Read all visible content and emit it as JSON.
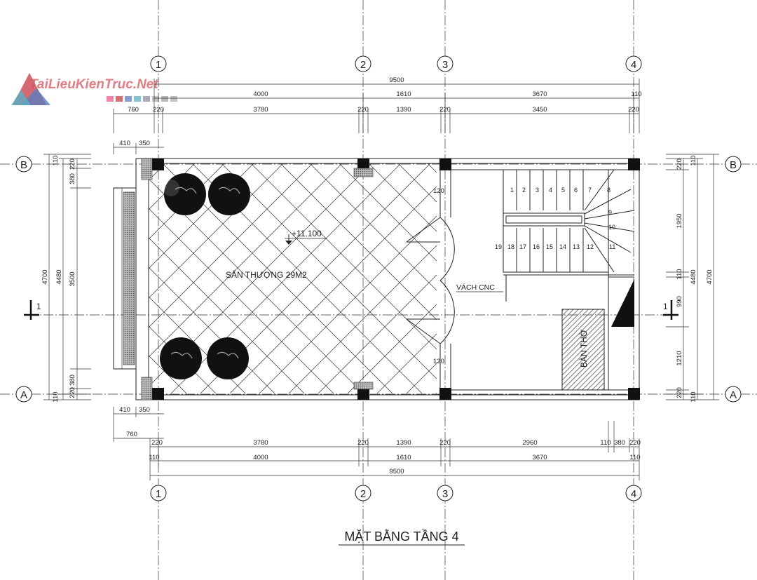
{
  "watermark": {
    "text": "TaiLieuKienTruc.Net"
  },
  "title": "MẶT BẰNG TẦNG 4",
  "grid_axes": {
    "vertical": [
      "1",
      "2",
      "3",
      "4"
    ],
    "horizontal": [
      "B",
      "A"
    ]
  },
  "section_marks": [
    "1",
    "1"
  ],
  "rooms": {
    "terrace": "SÂN THƯỢNG 29M2",
    "level": "+11.100",
    "partition": "VÁCH CNC",
    "altar": "BÀN THỜ"
  },
  "stair_steps": [
    "1",
    "2",
    "3",
    "4",
    "5",
    "6",
    "7",
    "8",
    "9",
    "10",
    "11",
    "12",
    "13",
    "14",
    "15",
    "16",
    "17",
    "18",
    "19"
  ],
  "top_dims": {
    "row1": [
      "9500"
    ],
    "row2": [
      "4000",
      "1610",
      "3670",
      "110"
    ],
    "row3": [
      "760",
      "220",
      "3780",
      "220",
      "1390",
      "220",
      "3450",
      "220"
    ],
    "row4": [
      "410",
      "350"
    ]
  },
  "bottom_dims": {
    "row1": [
      "410",
      "350"
    ],
    "row2": [
      "760"
    ],
    "row3": [
      "220",
      "3780",
      "220",
      "1390",
      "220",
      "2960",
      "110",
      "380",
      "220"
    ],
    "row4": [
      "110",
      "4000",
      "1610",
      "3670",
      "110"
    ],
    "row5": [
      "9500"
    ]
  },
  "left_dims": {
    "outer": [
      "4700"
    ],
    "mid": [
      "4480"
    ],
    "inner": [
      "110",
      "220",
      "380",
      "3500",
      "380",
      "220",
      "110"
    ]
  },
  "right_dims": {
    "outer": [
      "4700"
    ],
    "mid": [
      "4480"
    ],
    "inner": [
      "220",
      "110",
      "1950",
      "110",
      "990",
      "1210",
      "220",
      "110"
    ]
  },
  "small_dims": [
    "120",
    "120"
  ]
}
